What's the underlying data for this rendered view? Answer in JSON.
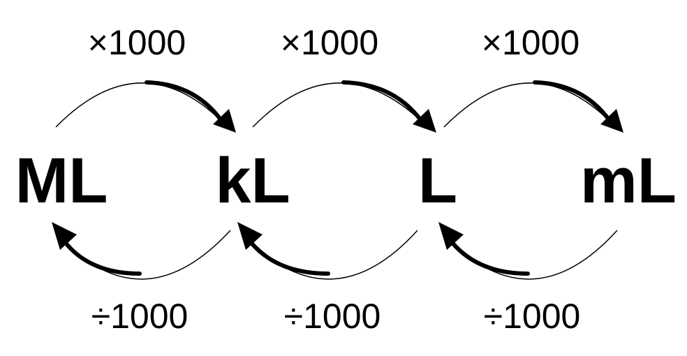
{
  "units": [
    "ML",
    "kL",
    "L",
    "mL"
  ],
  "multiply_labels": [
    "×1000",
    "×1000",
    "×1000"
  ],
  "divide_labels": [
    "÷1000",
    "÷1000",
    "÷1000"
  ],
  "colors": {
    "text": "#000000",
    "arrow": "#000000",
    "background": "#ffffff"
  }
}
